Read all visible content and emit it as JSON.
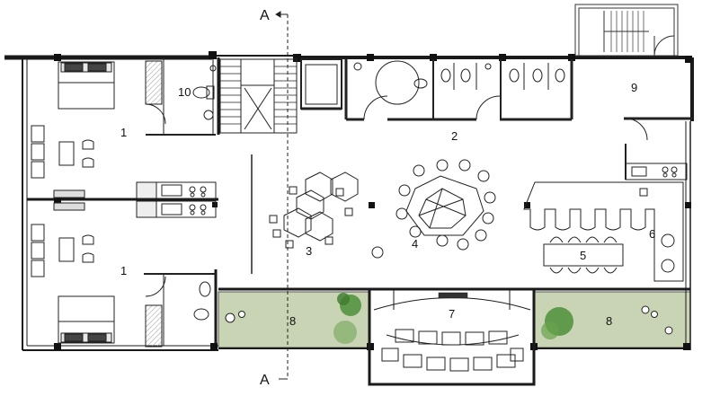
{
  "plan": {
    "section_marker": {
      "top": "A",
      "bottom": "A"
    },
    "rooms": [
      {
        "id": "bedroom-upper",
        "label": "1"
      },
      {
        "id": "bedroom-lower",
        "label": "1"
      },
      {
        "id": "restrooms",
        "label": "2"
      },
      {
        "id": "coworking-desks",
        "label": "3"
      },
      {
        "id": "meeting-hexagon",
        "label": "4"
      },
      {
        "id": "dining-table",
        "label": "5"
      },
      {
        "id": "cafe-kitchen",
        "label": "6"
      },
      {
        "id": "auditorium",
        "label": "7"
      },
      {
        "id": "garden-left",
        "label": "8"
      },
      {
        "id": "garden-right",
        "label": "8"
      },
      {
        "id": "office",
        "label": "9"
      },
      {
        "id": "washroom",
        "label": "10"
      }
    ],
    "colors": {
      "wall": "#1a1a1a",
      "garden": "#c9d4b4",
      "tree": "#4e8f3a",
      "line": "#333333"
    }
  }
}
